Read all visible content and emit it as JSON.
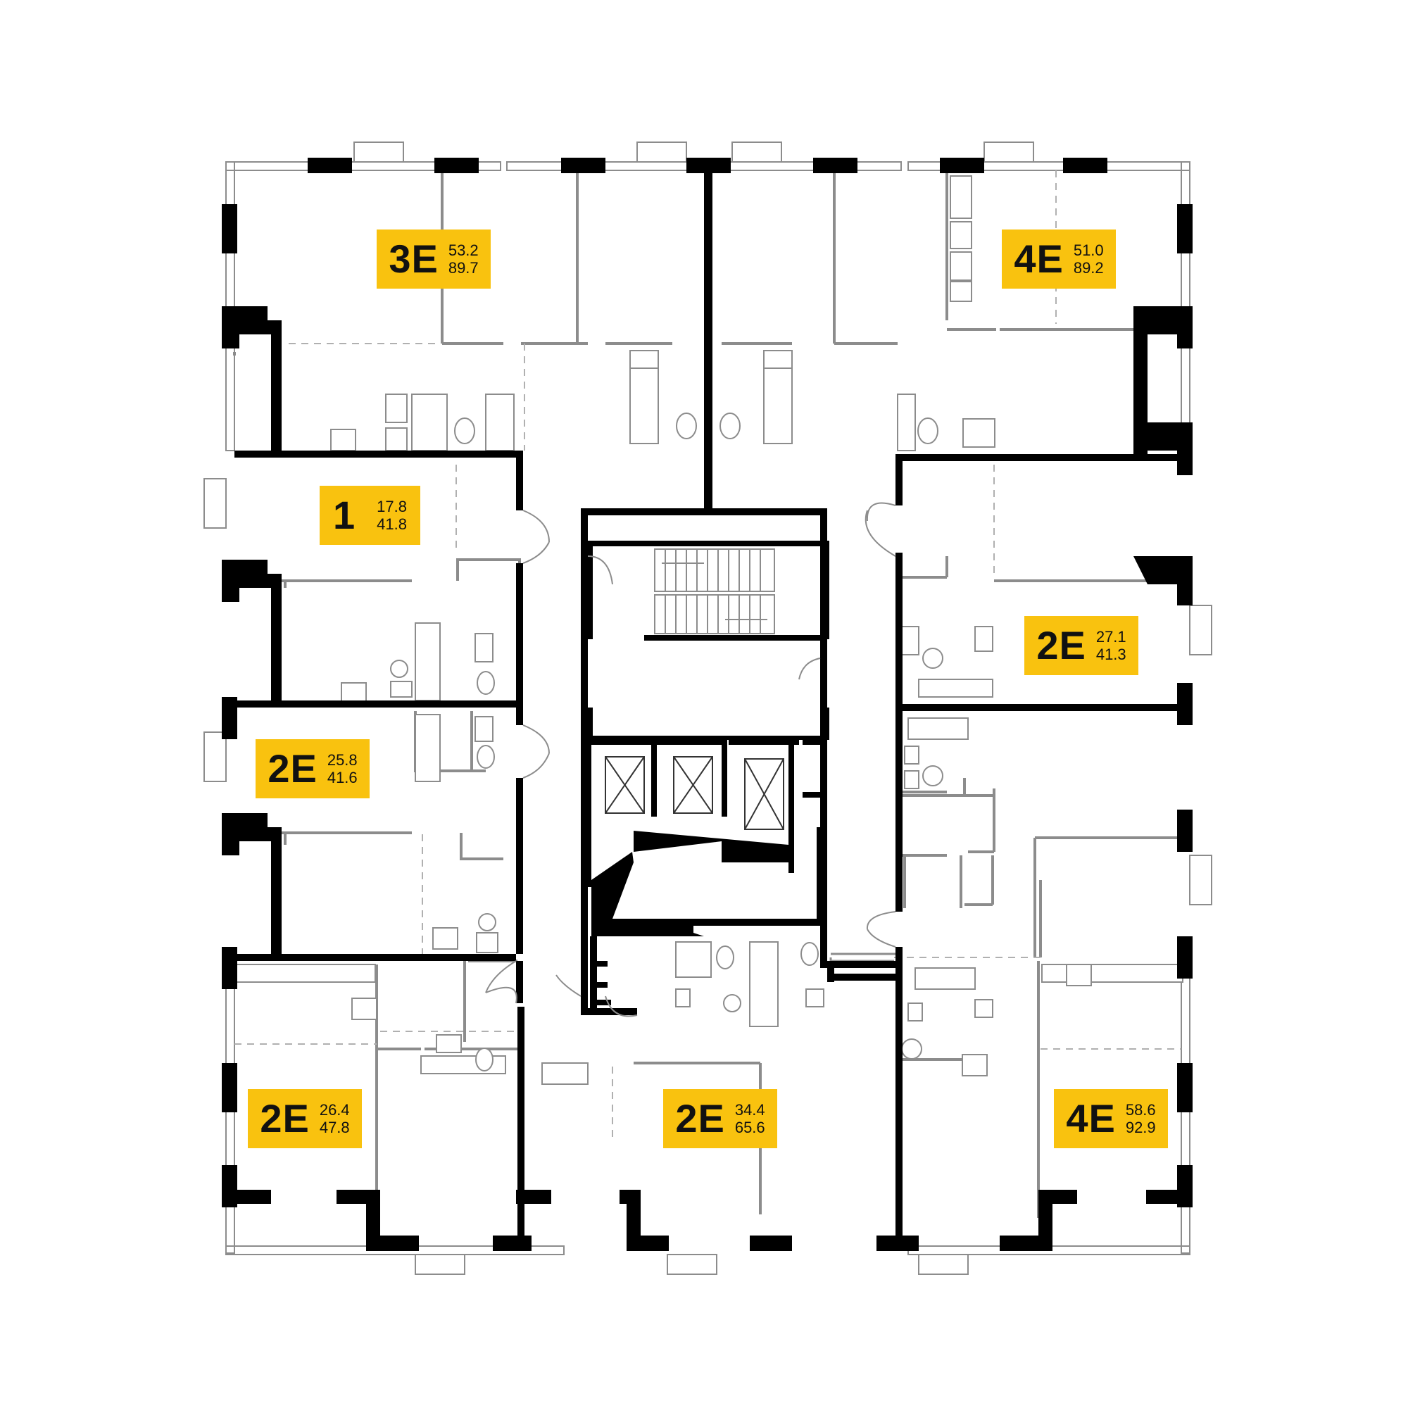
{
  "units": [
    {
      "id": "3e-top-left",
      "type": "3E",
      "living_area": "53.2",
      "total_area": "89.7"
    },
    {
      "id": "4e-top-right",
      "type": "4E",
      "living_area": "51.0",
      "total_area": "89.2"
    },
    {
      "id": "1-left",
      "type": "1",
      "living_area": "17.8",
      "total_area": "41.8"
    },
    {
      "id": "2e-right-upper",
      "type": "2E",
      "living_area": "27.1",
      "total_area": "41.3"
    },
    {
      "id": "2e-left-middle",
      "type": "2E",
      "living_area": "25.8",
      "total_area": "41.6"
    },
    {
      "id": "2e-bottom-left",
      "type": "2E",
      "living_area": "26.4",
      "total_area": "47.8"
    },
    {
      "id": "2e-bottom-center",
      "type": "2E",
      "living_area": "34.4",
      "total_area": "65.6"
    },
    {
      "id": "4e-bottom-right",
      "type": "4E",
      "living_area": "58.6",
      "total_area": "92.9"
    }
  ],
  "colors": {
    "label_bg": "#f9c20f",
    "wall": "#000000",
    "partition": "#8c8c8c",
    "thin": "#9a9a9a"
  }
}
